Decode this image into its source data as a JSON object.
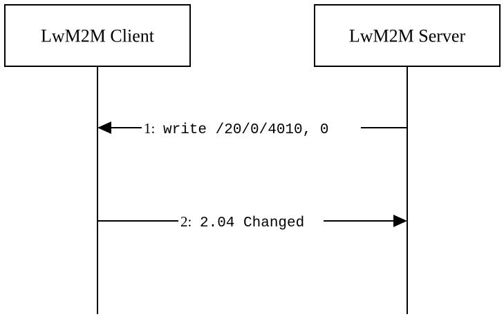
{
  "actors": {
    "client": {
      "label": "LwM2M Client"
    },
    "server": {
      "label": "LwM2M Server"
    }
  },
  "messages": [
    {
      "number": "1:",
      "text": "write /20/0/4010, 0",
      "from": "server",
      "to": "client"
    },
    {
      "number": "2:",
      "text": "2.04 Changed",
      "from": "client",
      "to": "server"
    }
  ],
  "colors": {
    "stroke": "#000000",
    "background": "#ffffff"
  }
}
